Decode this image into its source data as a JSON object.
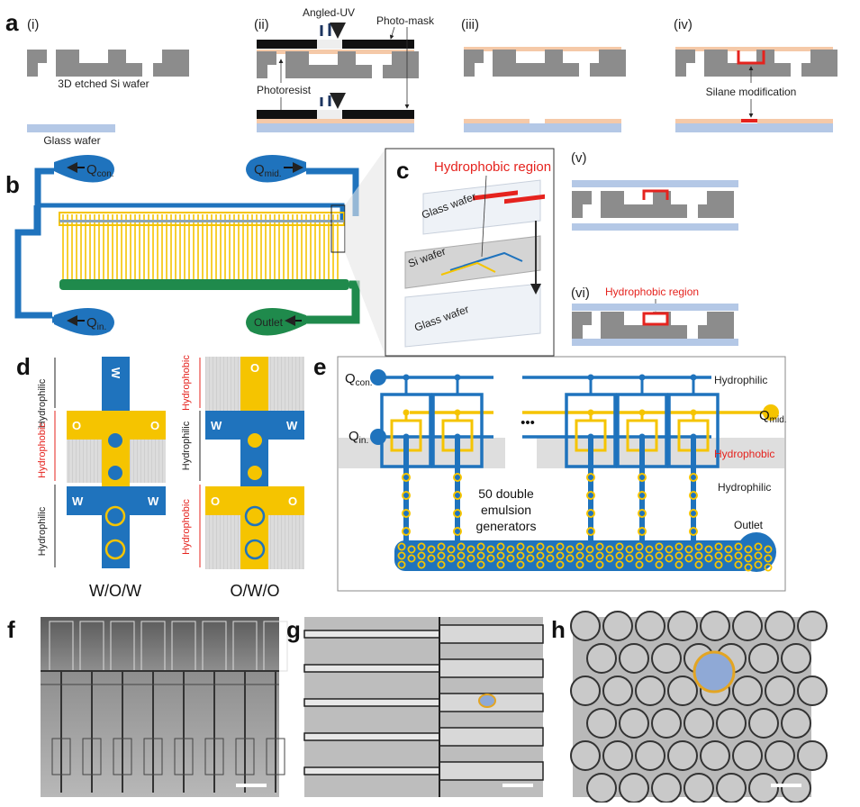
{
  "colors": {
    "si": "#8c8c8c",
    "glass": "#b4c8e6",
    "resist": "#f5c9a8",
    "silane": "#e5231e",
    "water": "#1f73bd",
    "oil": "#f5c400",
    "outlet": "#1f8a4c",
    "hydrophobic_band": "#d9d9d9"
  },
  "panel_a": {
    "letter": "a",
    "steps": [
      "(i)",
      "(ii)",
      "(iii)",
      "(iv)"
    ],
    "si_label": "3D etched Si wafer",
    "glass_label": "Glass wafer",
    "uv_label": "Angled-UV",
    "mask_label": "Photo-mask",
    "resist_label": "Photoresist",
    "silane_label": "Silane modification"
  },
  "panel_b": {
    "letter": "b",
    "q_con": "Q",
    "q_con_sub": "con.",
    "q_mid": "Q",
    "q_mid_sub": "mid.",
    "q_in": "Q",
    "q_in_sub": "in.",
    "outlet": "Outlet"
  },
  "panel_c": {
    "letter": "c",
    "hydrophobic": "Hydrophobic region",
    "glass_top": "Glass wafer",
    "si": "Si wafer",
    "glass_bottom": "Glass wafer"
  },
  "panel_v": {
    "step": "(v)"
  },
  "panel_vi": {
    "step": "(vi)",
    "hydrophobic": "Hydrophobic region"
  },
  "panel_d": {
    "letter": "d",
    "wow": {
      "title": "W/O/W",
      "zones": [
        "Hydrophilic",
        "Hydrophobic",
        "Hydrophilic"
      ],
      "inlet_top": "W",
      "inlet_mid_l": "O",
      "inlet_mid_r": "O",
      "inlet_bot_l": "W",
      "inlet_bot_r": "W"
    },
    "owo": {
      "title": "O/W/O",
      "zones": [
        "Hydrophobic",
        "Hydrophilic",
        "Hydrophobic"
      ],
      "inlet_top": "O",
      "inlet_mid_l": "W",
      "inlet_mid_r": "W",
      "inlet_bot_l": "O",
      "inlet_bot_r": "O"
    }
  },
  "panel_e": {
    "letter": "e",
    "q_con": "Q",
    "q_con_sub": "con.",
    "q_in": "Q",
    "q_in_sub": "in.",
    "q_mid": "Q",
    "q_mid_sub": "mid.",
    "ellipsis": "•••",
    "zone_top": "Hydrophilic",
    "zone_mid": "Hydrophobic",
    "zone_bot": "Hydrophilic",
    "generators_1": "50 double",
    "generators_2": "emulsion",
    "generators_3": "generators",
    "outlet": "Outlet"
  },
  "panel_f": {
    "letter": "f"
  },
  "panel_g": {
    "letter": "g"
  },
  "panel_h": {
    "letter": "h"
  }
}
